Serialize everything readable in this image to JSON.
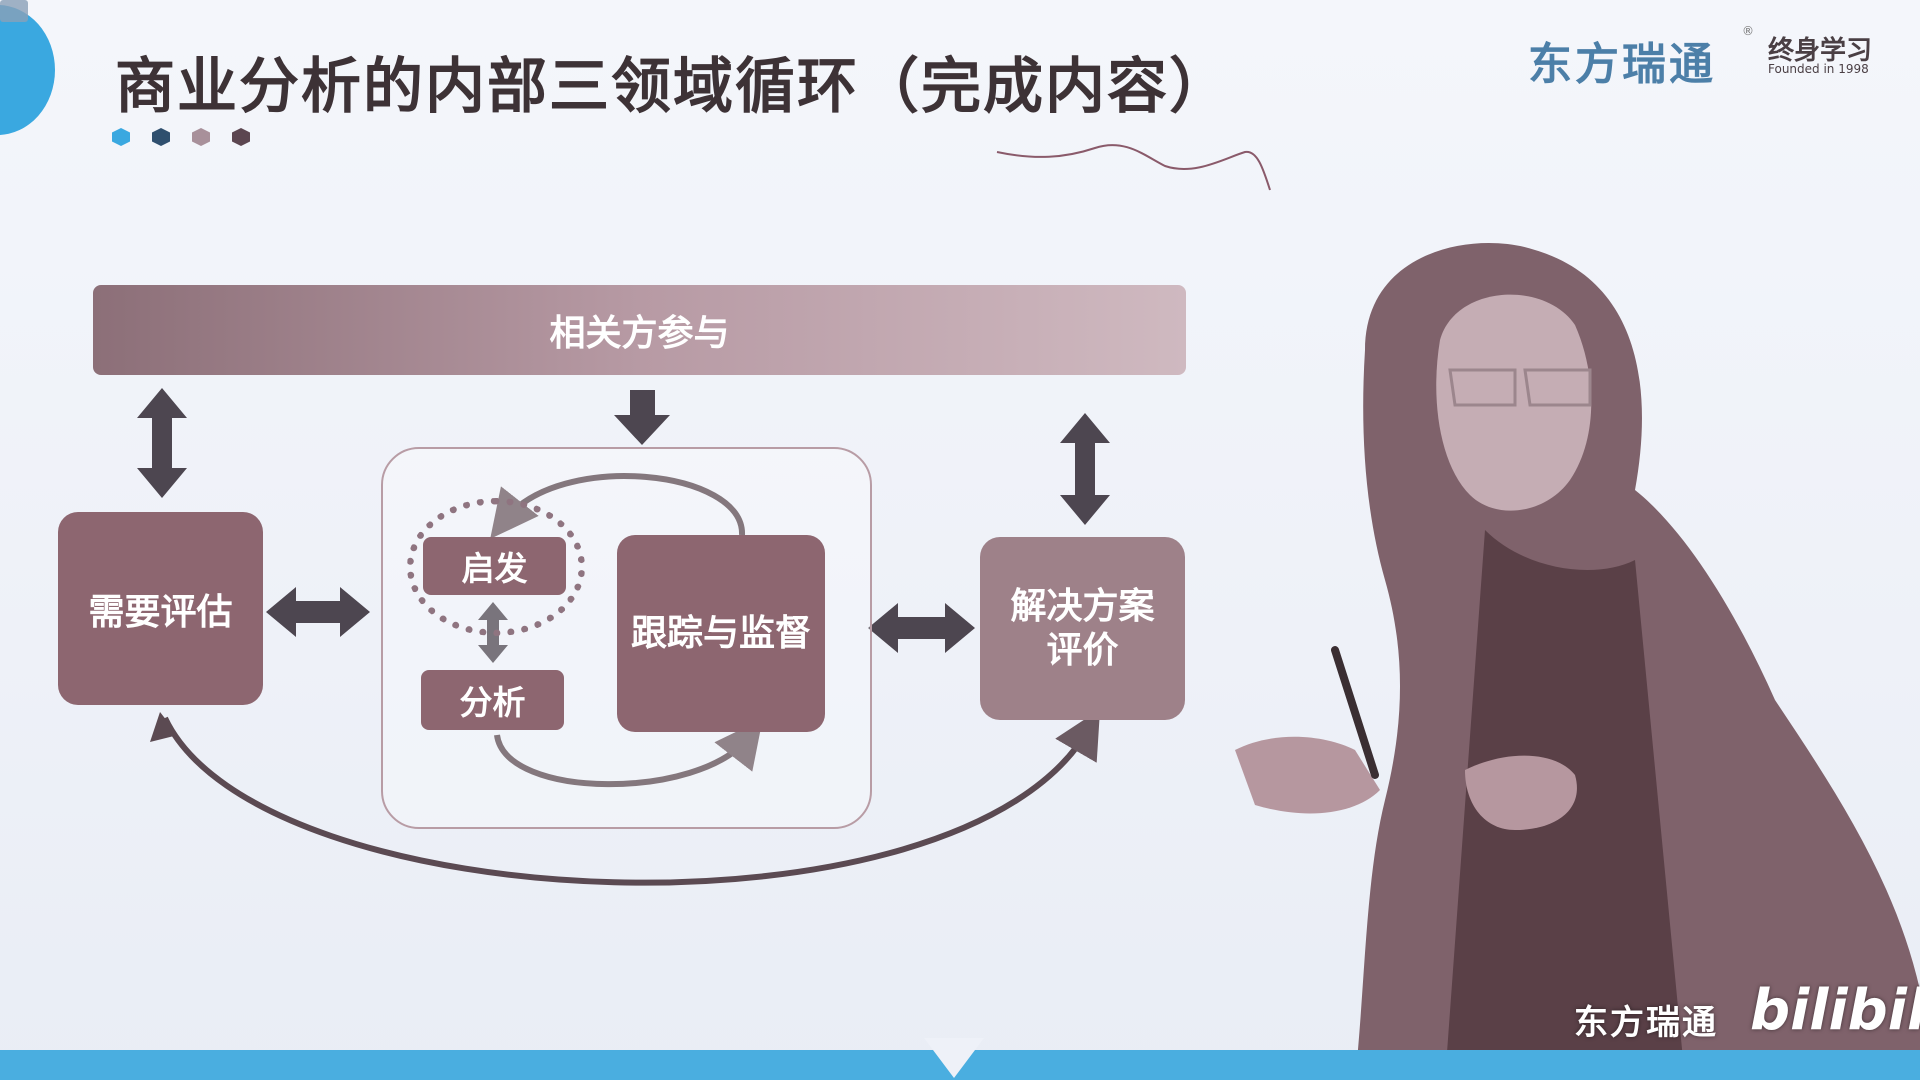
{
  "slide": {
    "title": "商业分析的内部三领域循环（完成内容）",
    "brand_name": "东方瑞通",
    "brand_secondary": "终身学习",
    "brand_tagline": "Founded in 1998",
    "brand_registered": "®"
  },
  "diagram": {
    "stakeholder_bar": "相关方参与",
    "needs_assessment": "需要评估",
    "solution_evaluation_line1": "解决方案",
    "solution_evaluation_line2": "评价",
    "elicitation": "启发",
    "analysis": "分析",
    "tracking_monitoring": "跟踪与监督"
  },
  "watermark": {
    "channel": "东方瑞通",
    "platform": "bilibili"
  },
  "colors": {
    "accent_blue": "#3aa8e0",
    "box_dark": "#8d6670",
    "box_light": "#9e8189",
    "arrow": "#4d4650",
    "dots": [
      "#3aa8e0",
      "#2f4f6e",
      "#a8909a",
      "#5c4650"
    ]
  }
}
